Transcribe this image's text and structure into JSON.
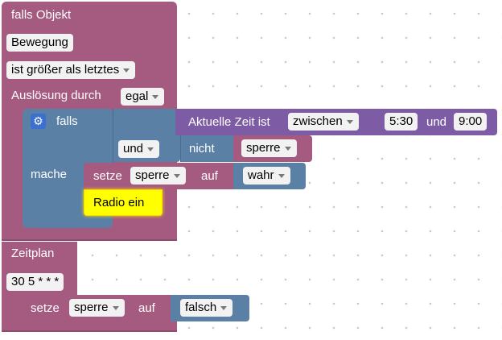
{
  "trigger_block": {
    "title": "falls Objekt",
    "object_value": "Bewegung",
    "condition_value": "ist größer als letztes",
    "trigger_label": "Auslösung durch",
    "trigger_value": "egal"
  },
  "if_block": {
    "if_label": "falls",
    "do_label": "mache",
    "and_value": "und",
    "not_label": "nicht",
    "not_var_value": "sperre",
    "time_label": "Aktuelle Zeit ist",
    "time_mode": "zwischen",
    "time_from": "5:30",
    "time_and_label": "und",
    "time_to": "9:00"
  },
  "set_block_1": {
    "set_label": "setze",
    "var_value": "sperre",
    "to_label": "auf",
    "bool_value": "wahr"
  },
  "comment_block": {
    "text": "Radio ein"
  },
  "schedule_block": {
    "title": "Zeitplan",
    "cron_value": "30 5 * * *"
  },
  "set_block_2": {
    "set_label": "setze",
    "var_value": "sperre",
    "to_label": "auf",
    "bool_value": "falsch"
  },
  "colors": {
    "trigger_block": "#a55b80",
    "logic_block": "#5b80a5",
    "time_block": "#7d5ba5",
    "comment_block": "#ffff00",
    "field_bg": "#f2f2f2"
  }
}
